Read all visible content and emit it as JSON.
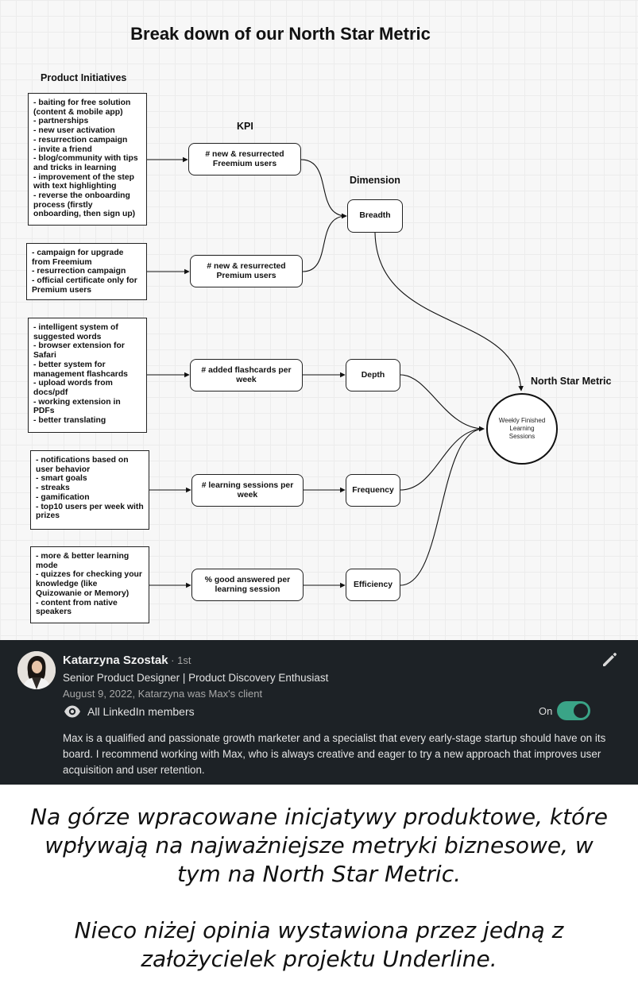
{
  "diagram": {
    "title": "Break down of our North Star Metric",
    "headers": {
      "initiatives": "Product Initiatives",
      "kpi": "KPI",
      "dimension": "Dimension",
      "nsm": "North Star Metric"
    },
    "initiatives": [
      [
        "- baiting for free solution",
        "(content & mobile app)",
        "- partnerships",
        "- new user activation",
        "- resurrection campaign",
        "- invite a friend",
        "- blog/community with tips",
        "and tricks in learning",
        "- improvement of the step",
        "with text highlighting",
        "- reverse the onboarding",
        "process (firstly",
        "onboarding, then sign up)"
      ],
      [
        "- campaign for upgrade",
        "from Freemium",
        "- resurrection campaign",
        "- official certificate only for",
        "Premium users"
      ],
      [
        "- intelligent system of",
        "suggested words",
        "- browser extension for",
        "Safari",
        "- better system for",
        "management flashcards",
        "- upload words from",
        "docs/pdf",
        "- working extension in",
        "PDFs",
        "- better translating"
      ],
      [
        "- notifications based on",
        "user behavior",
        "- smart goals",
        "- streaks",
        "- gamification",
        "- top10 users per week with",
        "prizes"
      ],
      [
        "- more & better learning",
        "mode",
        "- quizzes for checking your",
        "knowledge (like",
        "Quizowanie or Memory)",
        "- content from native",
        "speakers"
      ]
    ],
    "kpis": [
      [
        "# new & resurrected",
        "Freemium users"
      ],
      [
        "# new & resurrected",
        "Premium users"
      ],
      [
        "# added flashcards per",
        "week"
      ],
      [
        "# learning sessions per",
        "week"
      ],
      [
        "% good answered per",
        "learning session"
      ]
    ],
    "dimensions": [
      "Breadth",
      "Depth",
      "Frequency",
      "Efficiency"
    ],
    "north_star": [
      "Weekly Finished",
      "Learning",
      "Sessions"
    ]
  },
  "recommendation": {
    "name": "Katarzyna Szostak",
    "degree": " · 1st",
    "headline": "Senior Product Designer | Product Discovery Enthusiast",
    "meta": "August 9, 2022, Katarzyna was Max's client",
    "visibility": "All LinkedIn members",
    "toggle_label": "On",
    "text": "Max is a qualified and passionate growth marketer and a specialist that every early-stage startup should have on its board. I recommend working with Max, who is always creative and eager to try a new approach that improves user acquisition and user retention.",
    "colors": {
      "background": "#1d2226",
      "toggle": "#3aa487"
    }
  },
  "caption": {
    "paragraph1": [
      "Na górze wpracowane inicjatywy produktowe, które",
      "wpływają na najważniejsze metryki biznesowe, w",
      "tym na North Star Metric."
    ],
    "paragraph2": [
      "Nieco niżej opinia wystawiona przez jedną z",
      "założycielek projektu Underline."
    ]
  }
}
